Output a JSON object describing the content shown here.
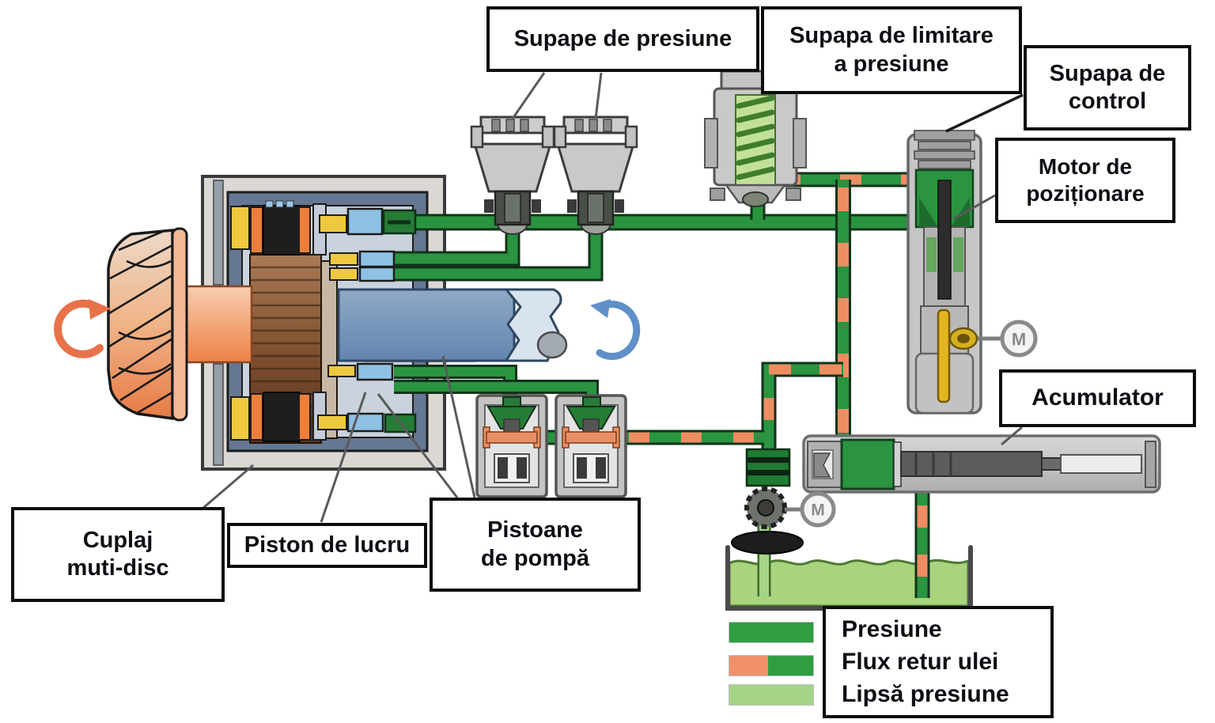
{
  "labels": {
    "pressure_valves": "Supape de presiune",
    "pressure_limiting_valve": "Supapa de limitare\na presiune",
    "control_valve": "Supapa de\ncontrol",
    "positioning_motor": "Motor de\npoziționare",
    "accumulator": "Acumulator",
    "multi_disc_clutch": "Cuplaj\nmuti-disc",
    "working_piston": "Piston de lucru",
    "pump_pistons": "Pistoane\nde pompă"
  },
  "legend": {
    "items": [
      {
        "label": "Presiune",
        "color": "#2f9e41"
      },
      {
        "label": "Flux retur ulei",
        "color_left": "#f0916a",
        "color_right": "#2f9e41"
      },
      {
        "label": "Lipsă presiune",
        "color": "#a5d487"
      }
    ]
  },
  "symbols": {
    "motor": "M"
  },
  "colors": {
    "pressure_pipe": "#2a9440",
    "oil_return": "#ef8d62",
    "no_pressure": "#a5d487",
    "reservoir_fluid": "#a9d37e",
    "spring_green": "#b9dc92",
    "clutch_orange": "#ec8148",
    "shaft_blue": "#7595bc",
    "component_yellow": "#eec93f",
    "component_orange": "#ee7f3a",
    "component_blue": "#8ec2e5"
  }
}
